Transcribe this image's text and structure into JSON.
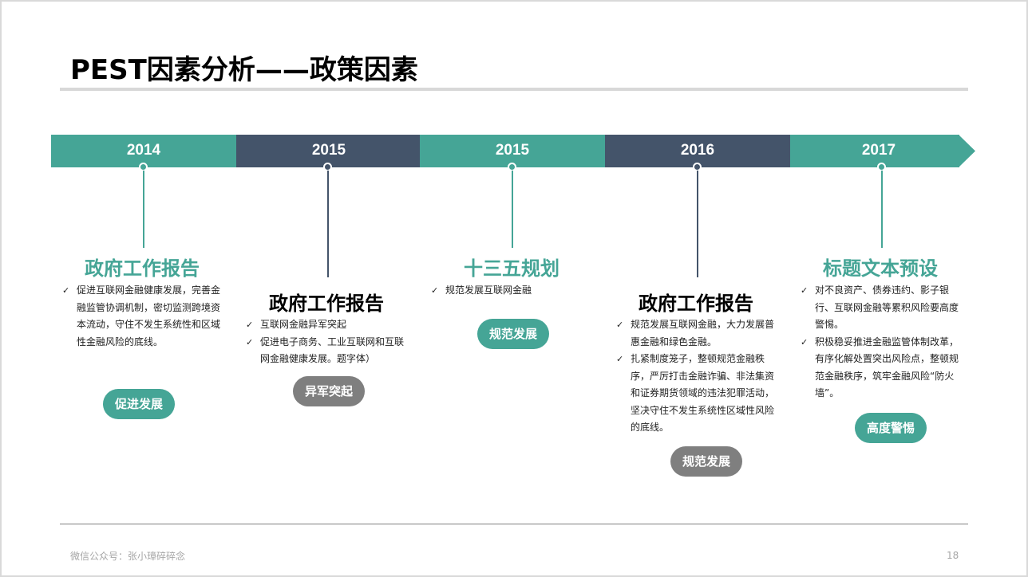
{
  "slide": {
    "title": "PEST因素分析——政策因素",
    "footer": "微信公众号：张小璋碎碎念",
    "page_number": "18"
  },
  "colors": {
    "teal": "#45a596",
    "navy": "#44546a",
    "grey_pill": "#7f7f7f"
  },
  "timeline": {
    "years": [
      "2014",
      "2015",
      "2015",
      "2016",
      "2017"
    ],
    "items": [
      {
        "heading": "政府工作报告",
        "bullets": [
          "促进互联网金融健康发展，完善金融监管协调机制，密切监测跨境资本流动，守住不发生系统性和区域性金融风险的底线。"
        ],
        "tag": "促进发展"
      },
      {
        "heading": "政府工作报告",
        "bullets": [
          "互联网金融异军突起",
          "促进电子商务、工业互联网和互联网金融健康发展。题字体）"
        ],
        "tag": "异军突起"
      },
      {
        "heading": "十三五规划",
        "bullets": [
          "规范发展互联网金融"
        ],
        "tag": "规范发展"
      },
      {
        "heading": "政府工作报告",
        "bullets": [
          "规范发展互联网金融，大力发展普惠金融和绿色金融。",
          "扎紧制度笼子，整顿规范金融秩序，严厉打击金融诈骗、非法集资和证券期货领域的违法犯罪活动，坚决守住不发生系统性区域性风险的底线。"
        ],
        "tag": "规范发展"
      },
      {
        "heading": "标题文本预设",
        "bullets": [
          "对不良资产、债券违约、影子银行、互联网金融等累积风险要高度警惕。",
          "积极稳妥推进金融监管体制改革，有序化解处置突出风险点，整顿规范金融秩序，筑牢金融风险“防火墙”。"
        ],
        "tag": "高度警惕"
      }
    ]
  }
}
